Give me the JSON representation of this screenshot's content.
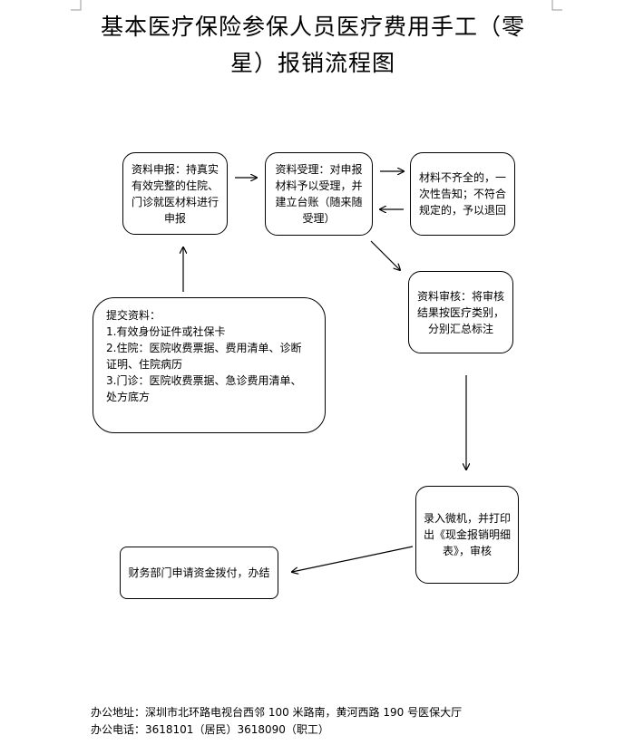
{
  "title": {
    "line1": "基本医疗保险参保人员医疗费用手工（零",
    "line2": "星）报销流程图"
  },
  "nodes": {
    "apply": "资料申报：持真实有效完整的住院、门诊就医材料进行申报",
    "accept": "资料受理：对申报材料予以受理，并建立台账（随来随受理）",
    "incomplete": "材料不齐全的，一次性告知；不符合规定的，予以退回",
    "review": "资料审核：将审核结果按医疗类别，分别汇总标注",
    "entry": "录入微机，并打印出《现金报销明细表》，审核",
    "finance": "财务部门申请资金拨付，办结",
    "submit": {
      "heading": "提交资料：",
      "item1": "1.有效身份证件或社保卡",
      "item2": "2.住院：医院收费票据、费用清单、诊断证明、住院病历",
      "item3": "3.门诊：医院收费票据、急诊费用清单、处方底方"
    }
  },
  "footer": {
    "address": "办公地址：深圳市北环路电视台西邻 100 米路南，黄河西路 190 号医保大厅",
    "phone": "办公电话：3618101（居民）3618090（职工）"
  }
}
